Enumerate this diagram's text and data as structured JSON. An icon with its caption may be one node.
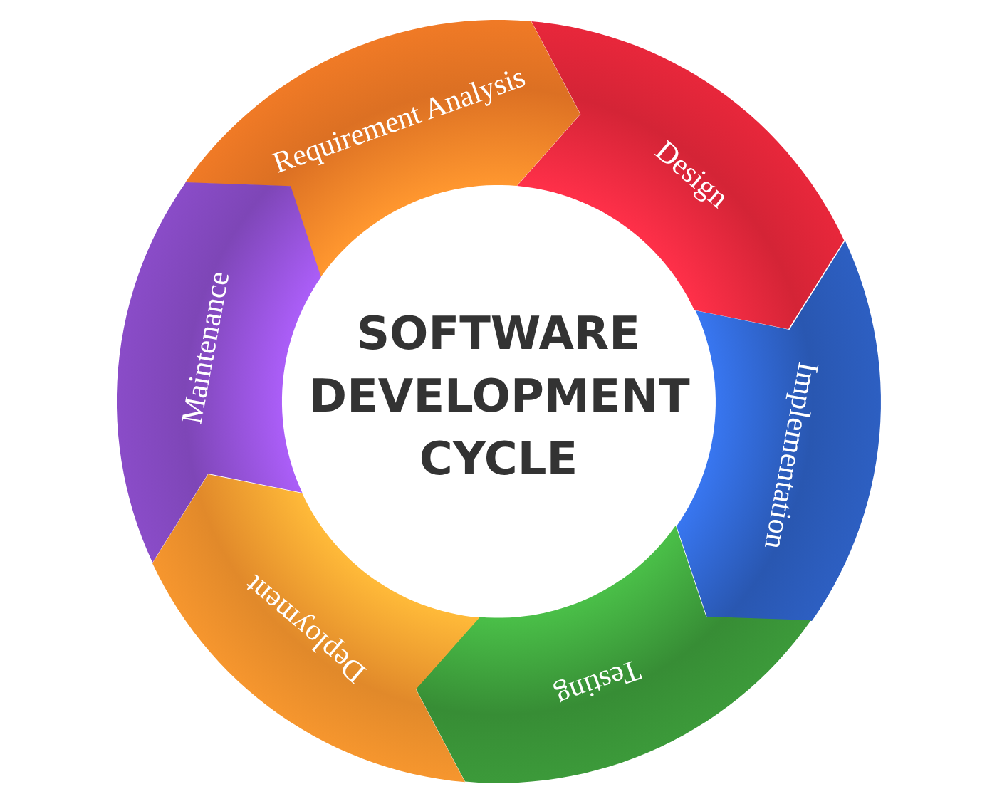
{
  "diagram": {
    "nodes": [
      {
        "text": [
          "SOFTWARE DEVELOPMENT CYCLE"
        ]
      },
      {
        "text": [
          "Requirement Analysis"
        ]
      },
      {
        "text": [
          "Design"
        ]
      },
      {
        "text": [
          "Implementation"
        ]
      },
      {
        "text": [
          "Testing"
        ]
      },
      {
        "text": [
          "Deployment"
        ]
      },
      {
        "text": [
          "Maintenance"
        ]
      }
    ]
  }
}
